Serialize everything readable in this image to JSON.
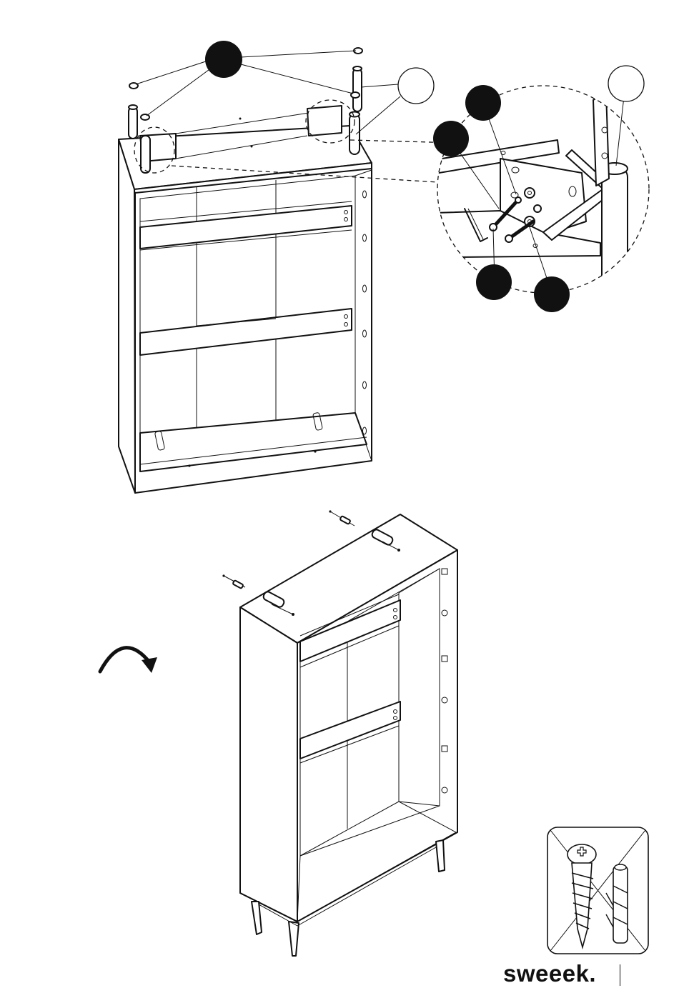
{
  "brand": {
    "name": "sweeek."
  },
  "colors": {
    "ink": "#111111",
    "background": "#ffffff"
  },
  "icons": {
    "rotate_direction": "rotate-arrow-icon",
    "prohibited_fasteners": "no-screw-no-wall-plug-icon"
  },
  "steps": [
    {
      "id": "attach-legs",
      "callouts_filled": 5,
      "callouts_empty": 2
    },
    {
      "id": "turn-upright-and-anchor",
      "anti_tip_kits": 2
    }
  ]
}
